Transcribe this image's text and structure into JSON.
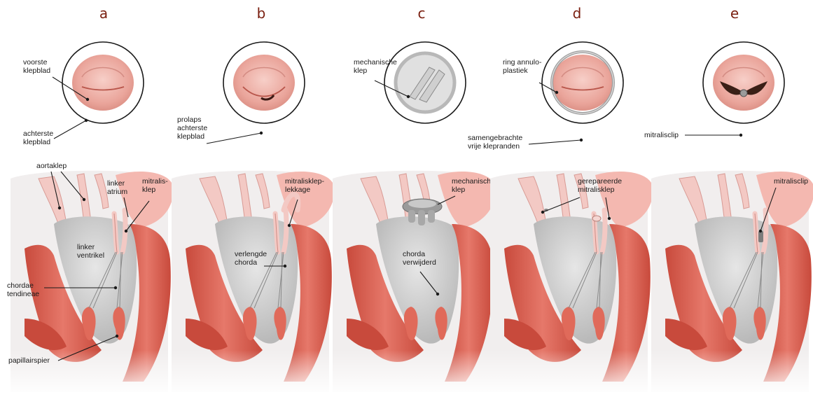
{
  "colors": {
    "heart_muscle": "#e06a5a",
    "heart_muscle_dark": "#c84a3c",
    "chamber_grey": "#d2d2d2",
    "vessel_pink": "#f3c9c4",
    "atrium_pink": "#f4b8b0",
    "circle_bg": "#ffffff",
    "valve_pink": "#efb0a6",
    "prosthesis_grey": "#b8b8b8",
    "clip_dark": "#3a1f16",
    "panel_letter": "#7a1f10"
  },
  "panels": [
    {
      "letter": "a",
      "circle_labels": [
        "voorste\nklepblad",
        "achterste\nklepblad"
      ],
      "heart_labels": [
        "aortaklep",
        "linker\natrium",
        "mitralis-\nklep",
        "linker\nventrikel",
        "chordae\ntendineae",
        "papillairspier"
      ]
    },
    {
      "letter": "b",
      "circle_labels": [
        "prolaps\nachterste\nklepblad"
      ],
      "heart_labels": [
        "mitralisklep-\nlekkage",
        "verlengde\nchorda"
      ]
    },
    {
      "letter": "c",
      "circle_labels": [
        "mechanische\nklep"
      ],
      "heart_labels": [
        "mechanische\nklep",
        "chorda\nverwijderd"
      ]
    },
    {
      "letter": "d",
      "circle_labels": [
        "ring annulo-\nplastiek",
        "samengebrachte\nvrije klepranden"
      ],
      "heart_labels": [
        "gerepareerde\nmitralisklep"
      ]
    },
    {
      "letter": "e",
      "circle_labels": [
        "mitralisclip"
      ],
      "heart_labels": [
        "mitralisclip"
      ]
    }
  ]
}
